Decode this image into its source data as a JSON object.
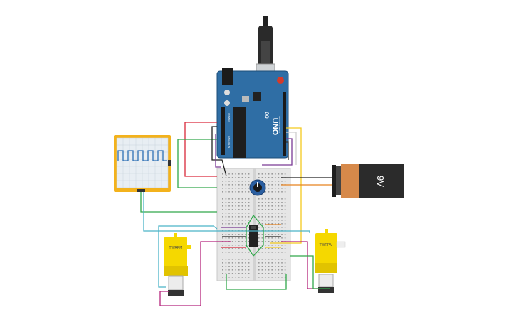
{
  "arduino": {
    "board_label": "UNO",
    "logo_text": "∞",
    "digital_header_label": "DIGITAL (PWM~)",
    "analog_header_label": "ANALOG IN",
    "power_header_label": "POWER"
  },
  "battery": {
    "voltage_label": "9V"
  },
  "motors": {
    "left_label": "TWRPM",
    "right_label": "TWRPM"
  },
  "oscilloscope": {
    "waveform": "square"
  },
  "colors": {
    "board_blue": "#2f6ea5",
    "motor_yellow": "#f5d800",
    "battery_orange": "#d6894a",
    "battery_black": "#2b2b2b",
    "scope_frame": "#f3b21c",
    "scope_screen": "#e8eef3",
    "wire_red": "#d9283a",
    "wire_green": "#31a84b",
    "wire_purple": "#7a3a94",
    "wire_yellow": "#f4c91d",
    "wire_black": "#222222",
    "wire_cyan": "#4bb3c8",
    "wire_magenta": "#b5257d",
    "wire_orange": "#e8821f"
  },
  "icons": [
    "usb-cable-icon",
    "potentiometer-icon",
    "chip-icon",
    "reset-button-icon"
  ]
}
